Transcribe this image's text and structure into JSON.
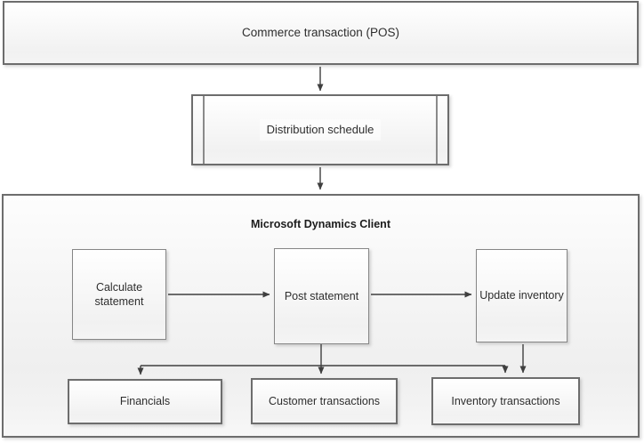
{
  "diagram": {
    "container_title": "Microsoft Dynamics Client",
    "nodes": {
      "commerce": {
        "label": "Commerce transaction (POS)",
        "shape": "rectangle"
      },
      "distribution": {
        "label": "Distribution schedule",
        "shape": "predefined-process"
      },
      "calculate": {
        "label": "Calculate statement",
        "shape": "rectangle"
      },
      "post": {
        "label": "Post statement",
        "shape": "rectangle"
      },
      "update": {
        "label": "Update inventory",
        "shape": "rectangle"
      },
      "financials": {
        "label": "Financials",
        "shape": "rectangle"
      },
      "customer": {
        "label": "Customer transactions",
        "shape": "rectangle"
      },
      "inventory": {
        "label": "Inventory transactions",
        "shape": "rectangle"
      }
    },
    "connections": [
      {
        "from": "Commerce transaction (POS)",
        "to": "Distribution schedule"
      },
      {
        "from": "Distribution schedule",
        "to": "Microsoft Dynamics Client"
      },
      {
        "from": "Calculate statement",
        "to": "Post statement"
      },
      {
        "from": "Post statement",
        "to": "Update inventory"
      },
      {
        "from": "Post statement",
        "to": "Financials"
      },
      {
        "from": "Post statement",
        "to": "Customer transactions"
      },
      {
        "from": "Post statement",
        "to": "Inventory transactions"
      },
      {
        "from": "Update inventory",
        "to": "Inventory transactions"
      }
    ],
    "colors": {
      "shape_border": "#6d6d6d",
      "arrow": "#3f3f3f",
      "text": "#2e2e2e",
      "shape_fill_top": "#ffffff",
      "shape_fill_bottom": "#f1f1f1"
    }
  }
}
